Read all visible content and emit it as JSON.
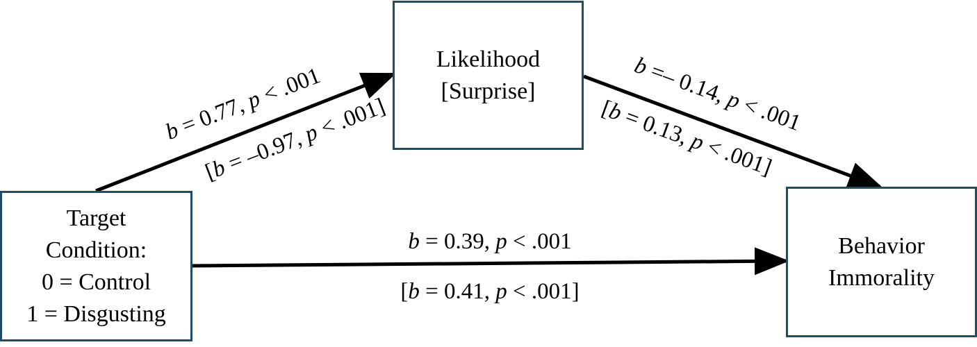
{
  "boxes": {
    "target": {
      "line1": "Target",
      "line2": "Condition:",
      "line3": "0 = Control",
      "line4": "1 = Disgusting"
    },
    "likelihood": {
      "line1": "Likelihood",
      "line2": "[Surprise]"
    },
    "behavior": {
      "line1": "Behavior",
      "line2": "Immorality"
    }
  },
  "paths": {
    "a_path": {
      "main": {
        "b": "b",
        "b_value": " = 0.77, ",
        "p": "p",
        "p_value": " < .001"
      },
      "bracket": {
        "open": "[",
        "b": "b",
        "b_value": " = –0.97, ",
        "p": "p",
        "p_value": " < .001]"
      }
    },
    "b_path": {
      "main": {
        "b": "b",
        "b_value": " =– 0.14, ",
        "p": "p",
        "p_value": " < .001"
      },
      "bracket": {
        "open": "[",
        "b": "b",
        "b_value": " = 0.13, ",
        "p": "p",
        "p_value": " < .001]"
      }
    },
    "c_path": {
      "main": {
        "b": "b",
        "b_value": " = 0.39, ",
        "p": "p",
        "p_value": " < .001"
      },
      "bracket": {
        "open": "[",
        "b": "b",
        "b_value": " = 0.41, ",
        "p": "p",
        "p_value": " < .001]"
      }
    }
  },
  "colors": {
    "box_border": "#1f4e64",
    "arrow": "#000000"
  }
}
